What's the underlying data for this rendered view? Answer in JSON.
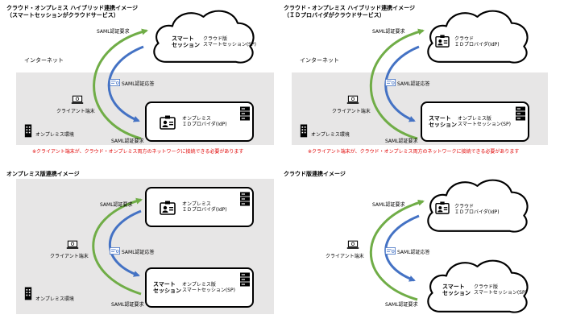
{
  "q1": {
    "title": "クラウド・オンプレミス ハイブリッド連携イメージ\n（スマートセッションがクラウドサービス）",
    "internet": "インターネット",
    "client": "クライアント端末",
    "onprem_env": "オンプレミス環境",
    "saml_request": "SAML認証要求",
    "saml_response": "SAML認証応答",
    "cloud_bold": "スマート\nセッション",
    "cloud_text": "クラウド版\nスマートセッション(SP)",
    "box_text": "オンプレミス\nＩＤプロバイダ(IdP)",
    "note": "※クライアント端末が、クラウド・オンプレミス両方のネットワークに接続できる必要があります"
  },
  "q2": {
    "title": "クラウド・オンプレミス ハイブリッド連携イメージ\n（ＩＤプロバイダがクラウドサービス）",
    "internet": "インターネット",
    "client": "クライアント端末",
    "onprem_env": "オンプレミス環境",
    "saml_request": "SAML認証要求",
    "saml_response": "SAML認証応答",
    "cloud_text": "クラウド\nＩＤプロバイダ(IdP)",
    "box_bold": "スマート\nセッション",
    "box_text": "オンプレミス版\nスマートセッション(SP)",
    "note": "※クライアント端末が、クラウド・オンプレミス両方のネットワークに接続できる必要があります"
  },
  "q3": {
    "title": "オンプレミス版連携イメージ",
    "client": "クライアント端末",
    "onprem_env": "オンプレミス環境",
    "saml_request": "SAML認証要求",
    "saml_response": "SAML認証応答",
    "box1_text": "オンプレミス\nＩＤプロバイダ(IdP)",
    "box2_bold": "スマート\nセッション",
    "box2_text": "オンプレミス版\nスマートセッション(SP)"
  },
  "q4": {
    "title": "クラウド版連携イメージ",
    "client": "クライアント端末",
    "saml_request": "SAML認証要求",
    "saml_response": "SAML認証応答",
    "cloud1_text": "クラウド\nＩＤプロバイダ(IdP)",
    "cloud2_bold": "スマート\nセッション",
    "cloud2_text": "クラウド版\nスマートセッション(SP)"
  },
  "colors": {
    "green": "#70ad47",
    "blue": "#4472c4",
    "gray": "#e7e6e6",
    "red": "#e00000"
  }
}
